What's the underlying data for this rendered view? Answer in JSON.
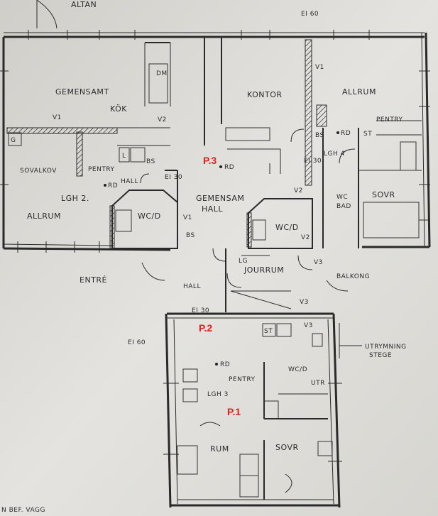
{
  "rooms": {
    "altan": "ALTAN",
    "gemensamt_kok_1": "GEMENSAMT",
    "gemensamt_kok_2": "KÖK",
    "kontor": "KONTOR",
    "allrum_top": "ALLRUM",
    "sovalkov": "SOVALKOV",
    "pentry_lgh2": "PENTRY",
    "lgh2": "LGH 2.",
    "allrum_left": "ALLRUM",
    "wc_d_left": "WC/D",
    "gemensam_hall_1": "GEMENSAM",
    "gemensam_hall_2": "HALL",
    "hall_lgh2": "HALL",
    "lgh4": "LGH 4",
    "wc_bad": "WC",
    "bad": "BAD",
    "sovr_right": "SOVR",
    "pentry_right": "PENTRY",
    "wc_d_mid": "WC/D",
    "jourrum": "JOURRUM",
    "balkong": "BALKONG",
    "entre": "ENTRÉ",
    "hall_mid": "HALL",
    "utrymning_1": "UTRYMNING",
    "utrymning_2": "STEGE",
    "pentry_lgh3": "PENTRY",
    "lgh3": "LGH 3",
    "wc_d_lgh3": "WC/D",
    "utr": "UTR",
    "rum": "RUM",
    "sovr_bottom": "SOVR",
    "legend": "N BEF. VAGG"
  },
  "symbols": {
    "ei60_top": "EI 60",
    "ei60_left": "EI 60",
    "ei30_a": "EI 30",
    "ei30_b": "EI 30",
    "ei30_c": "EI 30",
    "v1_a": "V1",
    "v1_b": "V1",
    "v1_c": "V1",
    "v2_a": "V2",
    "v2_b": "V2",
    "v2_c": "V2",
    "v3_a": "V3",
    "v3_b": "V3",
    "v3_c": "V3",
    "bs_a": "BS",
    "bs_b": "BS",
    "bs_c": "BS",
    "rd_a": "RD",
    "rd_b": "RD",
    "rd_c": "RD",
    "rd_d": "RD",
    "st_a": "ST",
    "st_b": "ST",
    "dm": "DM",
    "lg": "LG",
    "g": "G",
    "l": "L"
  },
  "markers": {
    "p1": "P.1",
    "p2": "P.2",
    "p3": "P.3"
  },
  "colors": {
    "marker": "#e0201c",
    "ink": "#2a2a2a",
    "paper": "#d9d8d3"
  }
}
